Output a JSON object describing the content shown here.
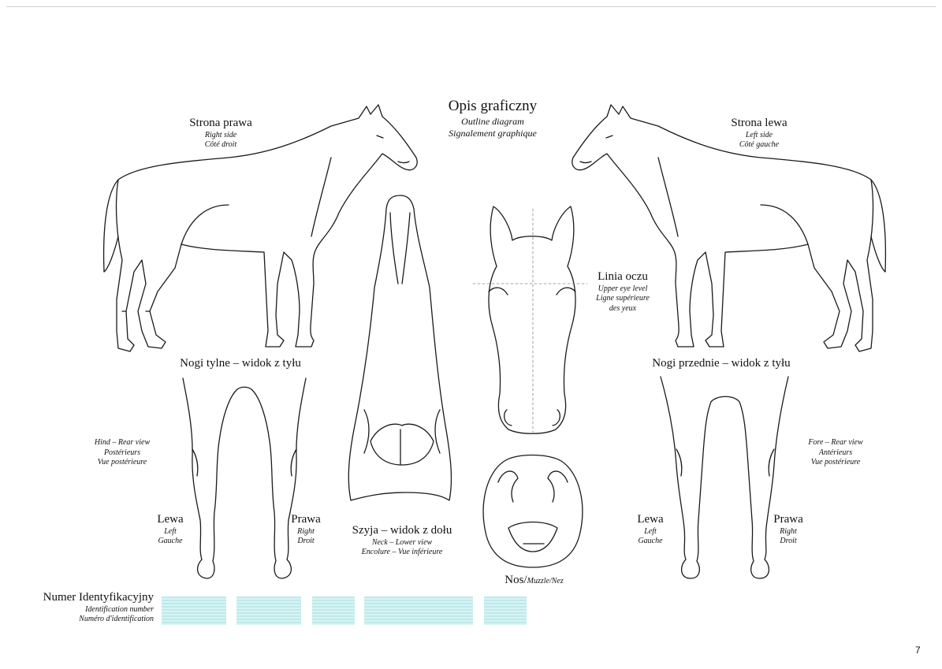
{
  "header": {
    "title": "Opis graficzny",
    "subtitle_en": "Outline diagram",
    "subtitle_fr": "Signalement graphique"
  },
  "right_side": {
    "label": "Strona prawa",
    "en": "Right side",
    "fr": "Côté droit"
  },
  "left_side": {
    "label": "Strona lewa",
    "en": "Left side",
    "fr": "Côté gauche"
  },
  "eye_line": {
    "label": "Linia oczu",
    "en": "Upper eye level",
    "fr1": "Ligne supérieure",
    "fr2": "des yeux"
  },
  "hind_legs": {
    "title": "Nogi tylne – widok z tyłu",
    "desc1": "Hind – Rear view",
    "desc2": "Postérieurs",
    "desc3": "Vue postérieure",
    "left": {
      "label": "Lewa",
      "en": "Left",
      "fr": "Gauche"
    },
    "right": {
      "label": "Prawa",
      "en": "Right",
      "fr": "Droit"
    }
  },
  "fore_legs": {
    "title": "Nogi przednie – widok z tyłu",
    "desc1": "Fore – Rear view",
    "desc2": "Antérieurs",
    "desc3": "Vue postérieure",
    "left": {
      "label": "Lewa",
      "en": "Left",
      "fr": "Gauche"
    },
    "right": {
      "label": "Prawa",
      "en": "Right",
      "fr": "Droit"
    }
  },
  "neck": {
    "label": "Szyja – widok z dołu",
    "en": "Neck – Lower view",
    "fr": "Encolure – Vue inférieure"
  },
  "muzzle": {
    "label_pl": "Nos/",
    "label_en": "Muzzle/",
    "label_fr": "Nez"
  },
  "id_number": {
    "label": "Numer Identyfikacyjny",
    "en": "Identification number",
    "fr": "Numéro d'identification"
  },
  "page_number": "7",
  "colors": {
    "line": "#1a1a1a",
    "id_box": "#bfe9ea",
    "guide": "#888888"
  }
}
